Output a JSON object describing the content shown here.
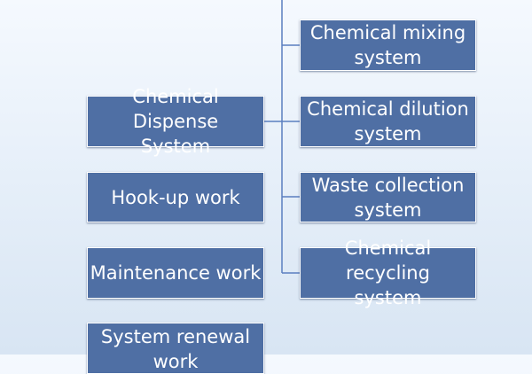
{
  "diagram": {
    "left_boxes": [
      {
        "id": "dispense",
        "label": "Chemical Dispense\nSystem"
      },
      {
        "id": "hookup",
        "label": "Hook-up work"
      },
      {
        "id": "maintenance",
        "label": "Maintenance work"
      },
      {
        "id": "renewal",
        "label": "System renewal\nwork"
      }
    ],
    "right_boxes": [
      {
        "id": "mixing",
        "label": "Chemical mixing\nsystem"
      },
      {
        "id": "dilution",
        "label": "Chemical dilution\nsystem"
      },
      {
        "id": "waste",
        "label": "Waste collection\nsystem"
      },
      {
        "id": "recycling",
        "label": "Chemical recycling\nsystem"
      }
    ],
    "connections": [
      {
        "from": "dispense",
        "to": "mixing"
      },
      {
        "from": "dispense",
        "to": "dilution"
      },
      {
        "from": "dispense",
        "to": "waste"
      },
      {
        "from": "dispense",
        "to": "recycling"
      }
    ],
    "colors": {
      "box_fill": "#4f6fa4",
      "box_border": "#ffffff",
      "box_text": "#ffffff",
      "connector": "#5b7fc0",
      "background_top": "#f5f9fe",
      "background_bottom": "#d8e5f3"
    }
  }
}
